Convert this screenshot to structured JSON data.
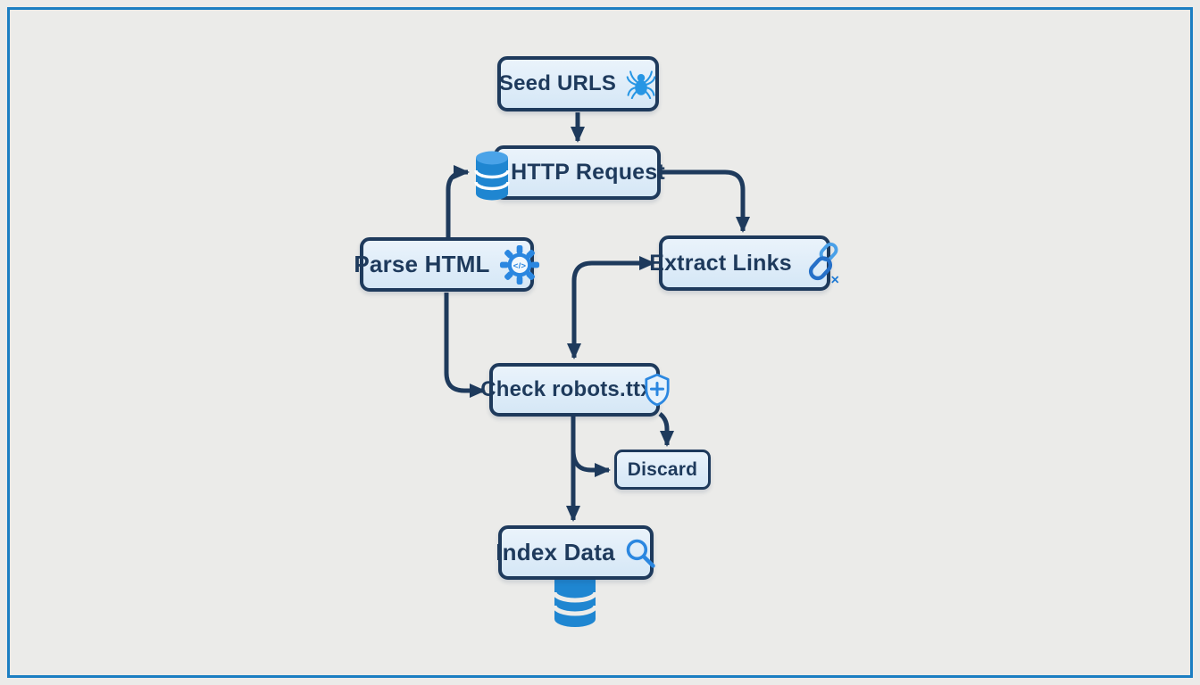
{
  "diagram": {
    "type": "flowchart",
    "subject": "Web crawler pipeline",
    "colors": {
      "background": "#ebebe9",
      "frame_border": "#1b7ec2",
      "node_border": "#1e3a5c",
      "node_fill_top": "#eaf3fb",
      "node_fill_bottom": "#d5e7f6",
      "connector": "#1e3a5c",
      "text": "#1e3a5c",
      "icon_blue": "#2b87e0",
      "database_blue": "#1f86d1",
      "chain_light_blue": "#4aa0e8",
      "chain_dark_blue": "#2670c8"
    },
    "nodes": [
      {
        "label": "Seed URLS",
        "icon": "spider-icon"
      },
      {
        "label": "HTTP Request",
        "icon": "database-icon"
      },
      {
        "label": "Parse HTML",
        "icon": "gear-code-icon"
      },
      {
        "label": "Extract Links",
        "icon": "chain-links-icon"
      },
      {
        "label": "Check robots.ttx",
        "icon": "shield-plus-icon"
      },
      {
        "label": "Discard",
        "icon": ""
      },
      {
        "label": "Index Data",
        "icon": "magnifier-icon"
      }
    ],
    "icon_glyphs": {
      "code_tag": "</>",
      "cross": "✕"
    },
    "edges": [
      "Seed URLS → HTTP Request",
      "Parse HTML → HTTP Request (into left side at database icon)",
      "HTTP Request → Extract Links (right then down into top)",
      "elbow junction → Extract Links (into left side)",
      "elbow junction → Check robots.ttx (into top)",
      "Parse HTML → Check robots.ttx (down then into left side)",
      "Check robots.ttx → Index Data (straight down)",
      "Check robots.ttx → Discard (branch from vertical into left side)",
      "Check robots.ttx → Discard (from right edge down into top)"
    ]
  }
}
